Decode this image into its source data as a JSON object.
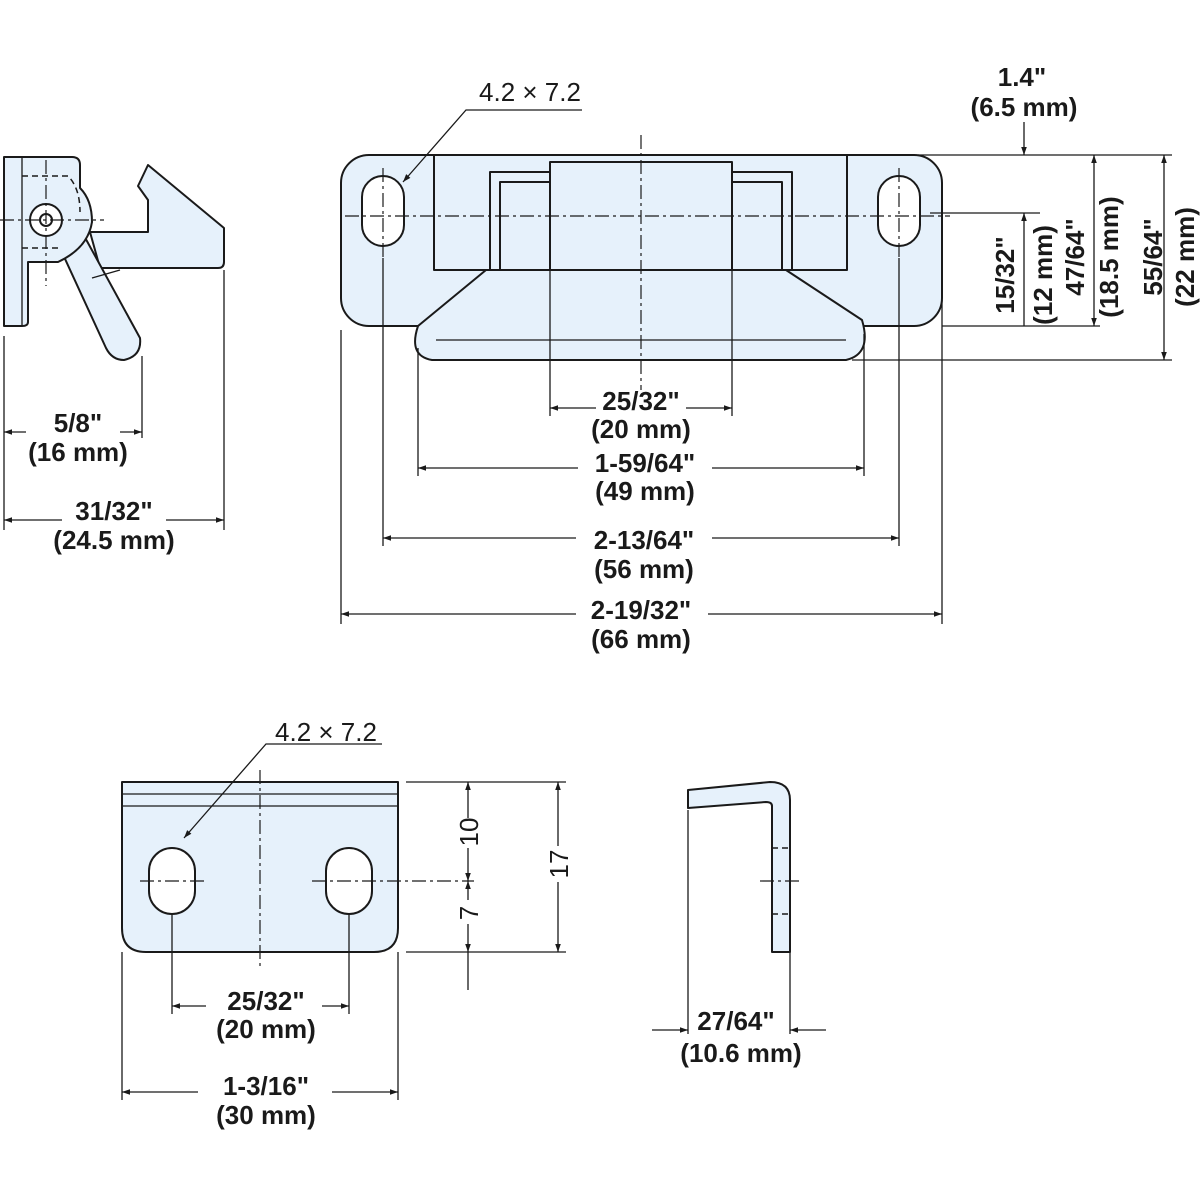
{
  "side_view": {
    "dim_5_8_in": "5/8\"",
    "dim_5_8_mm": "(16 mm)",
    "dim_31_32_in": "31/32\"",
    "dim_31_32_mm": "(24.5 mm)"
  },
  "plate_front": {
    "hole_callout": "4.2 × 7.2",
    "dim_25_32_in": "25/32\"",
    "dim_25_32_mm": "(20 mm)",
    "dim_1_59_64_in": "1-59/64\"",
    "dim_1_59_64_mm": "(49 mm)",
    "dim_2_13_64_in": "2-13/64\"",
    "dim_2_13_64_mm": "(56 mm)",
    "dim_2_19_32_in": "2-19/32\"",
    "dim_2_19_32_mm": "(66 mm)",
    "dim_1_4_in": "1.4\"",
    "dim_1_4_mm": "(6.5 mm)",
    "dim_15_32_in": "15/32\"",
    "dim_15_32_mm": "(12 mm)",
    "dim_47_64_in": "47/64\"",
    "dim_47_64_mm": "(18.5 mm)",
    "dim_55_64_in": "55/64\"",
    "dim_55_64_mm": "(22 mm)"
  },
  "strike_front": {
    "hole_callout": "4.2 × 7.2",
    "dim_10": "10",
    "dim_7": "7",
    "dim_17": "17",
    "dim_25_32_in": "25/32\"",
    "dim_25_32_mm": "(20 mm)",
    "dim_1_3_16_in": "1-3/16\"",
    "dim_1_3_16_mm": "(30 mm)"
  },
  "strike_side": {
    "dim_27_64_in": "27/64\"",
    "dim_27_64_mm": "(10.6 mm)"
  },
  "colors": {
    "part_fill": "#e6f1fb",
    "line": "#1a1a1a"
  }
}
